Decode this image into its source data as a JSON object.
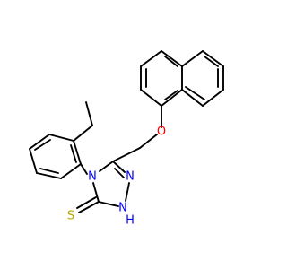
{
  "molecule": {
    "colors": {
      "bond": "#000000",
      "oxygen": "#ff0000",
      "nitrogen": "#0000ff",
      "sulfur": "#b8a600",
      "carbon": "#000000"
    },
    "atoms": {
      "O": {
        "label": "O"
      },
      "N4": {
        "label": "N"
      },
      "N1": {
        "label": "N"
      },
      "N2H": {
        "label": "N"
      },
      "H": {
        "label": "H"
      },
      "S": {
        "label": "S"
      }
    }
  }
}
